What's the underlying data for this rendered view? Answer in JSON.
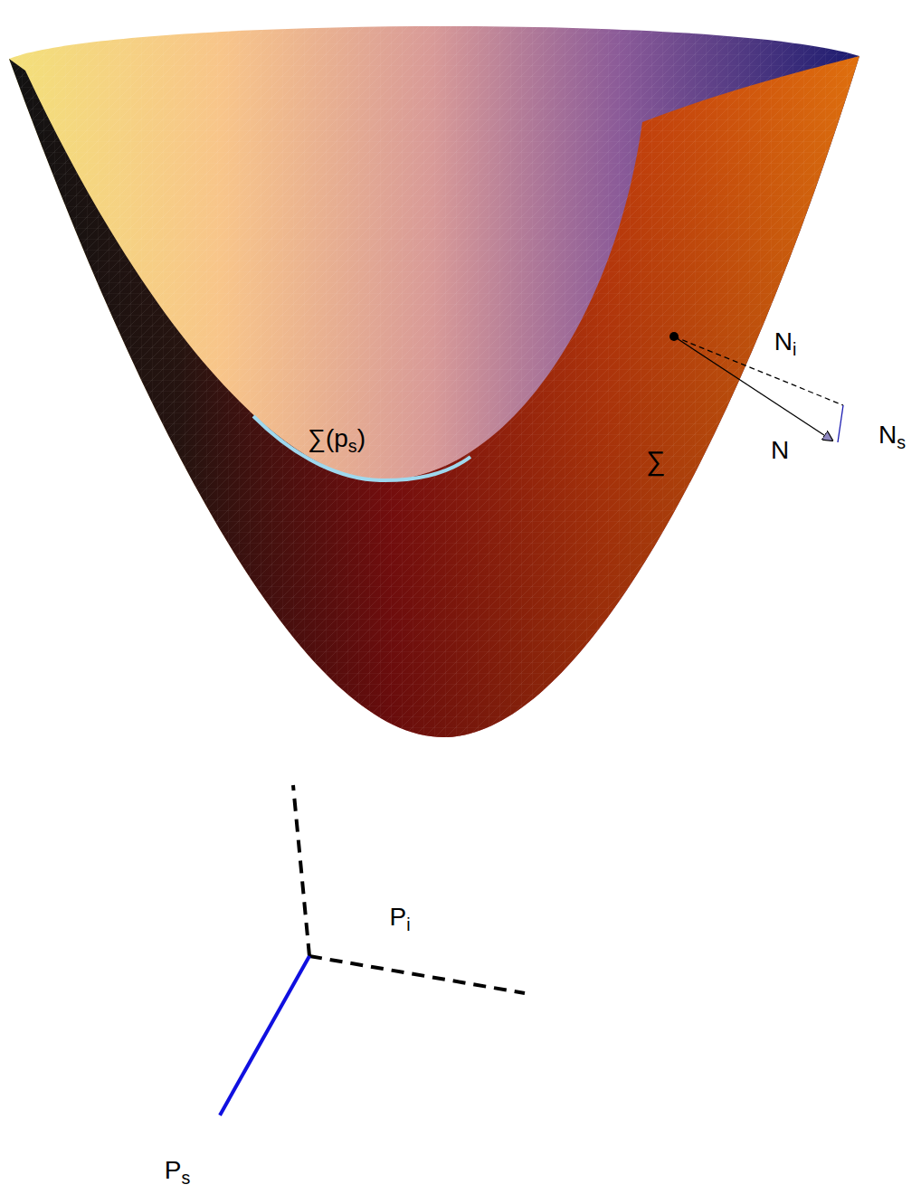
{
  "diagram": {
    "labels": [
      "∑(ps)",
      "Ni",
      "N",
      "Ns",
      "∑",
      "Pi",
      "Ps"
    ]
  }
}
